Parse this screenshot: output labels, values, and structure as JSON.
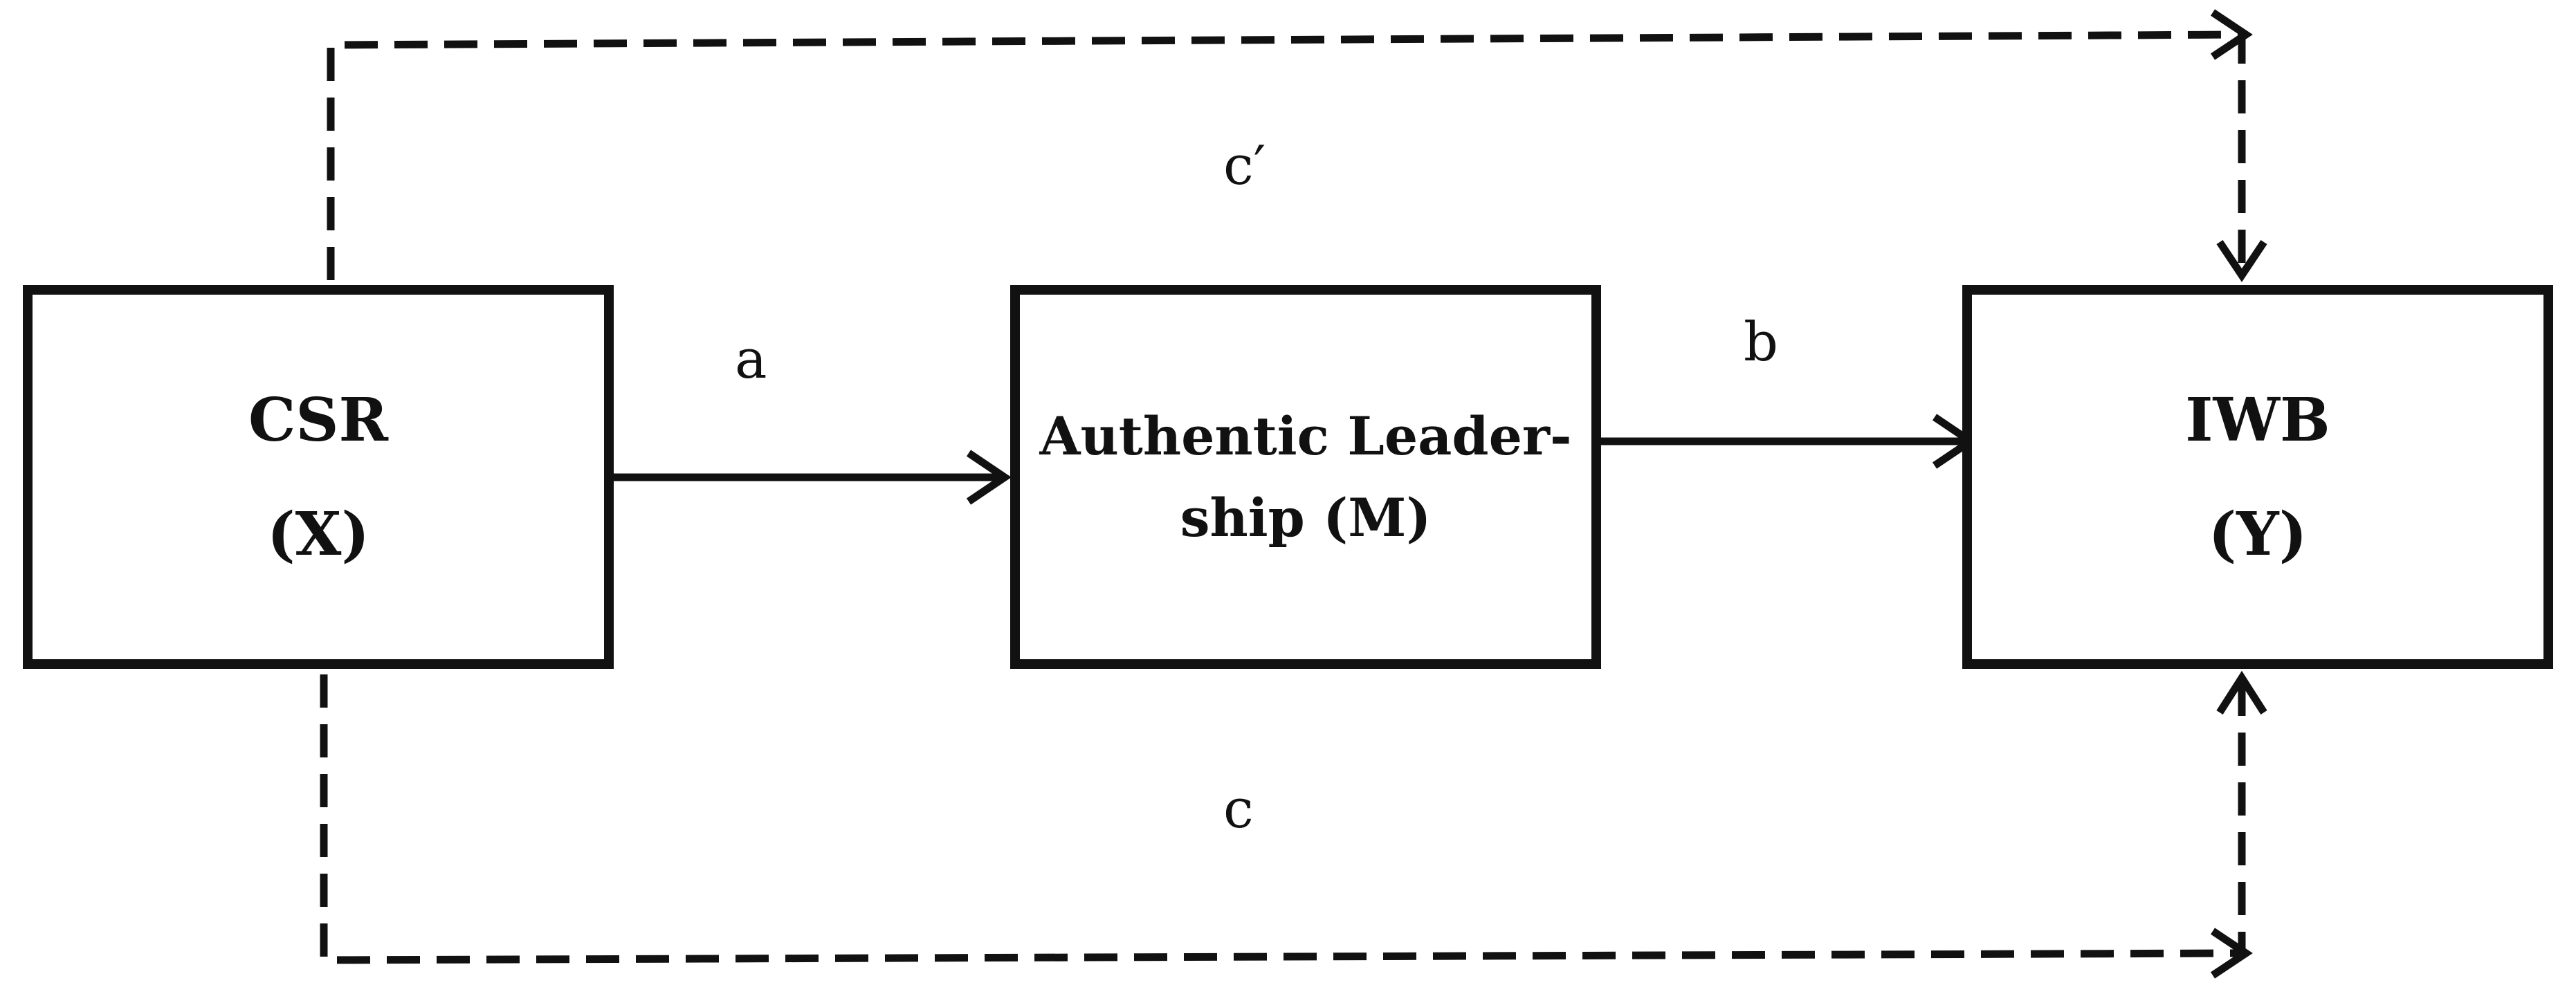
{
  "nodes": {
    "x": {
      "name": "CSR",
      "symbol": "(X)"
    },
    "m": {
      "name_line1": "Authentic Leader-",
      "name_line2": "ship (M)"
    },
    "y": {
      "name": "IWB",
      "symbol": "(Y)"
    }
  },
  "paths": {
    "a": "a",
    "b": "b",
    "c_prime": "c′",
    "c": "c"
  },
  "colors": {
    "stroke": "#111111",
    "background": "#ffffff"
  }
}
